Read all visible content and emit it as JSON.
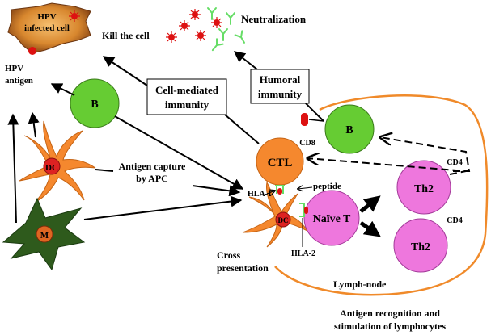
{
  "cells": {
    "hpv_infected_cell": [
      "HPV",
      "infected cell"
    ],
    "b_cell_left": "B",
    "dc_left": "DC",
    "macrophage": "M",
    "ctl": "CTL",
    "cd8": "CD8",
    "b_cell_right": "B",
    "naive_t": "Naïve T",
    "dc_small": "DC",
    "th2_top": "Th2",
    "cd4_top": "CD4",
    "th2_bottom": "Th2",
    "cd4_bottom": "CD4"
  },
  "labels": {
    "kill_the_cell": "Kill the cell",
    "neutralization": "Neutralization",
    "hpv_antigen": [
      "HPV",
      "antigen"
    ],
    "cell_mediated_immunity": [
      "Cell-mediated",
      "immunity"
    ],
    "humoral_immunity": [
      "Humoral",
      "immunity"
    ],
    "antigen_capture": [
      "Antigen capture",
      "by APC"
    ],
    "hla1": "HLA-1",
    "hla2": "HLA-2",
    "peptide": "peptide",
    "cross_presentation": [
      "Cross",
      "presentation"
    ],
    "lymph_node": "Lymph-node",
    "antigen_recognition": [
      "Antigen recognition and",
      "stimulation of lymphocytes"
    ]
  },
  "colors": {
    "orange": "#f5882e",
    "green_cell": "#66cc33",
    "pink": "#ee77dd",
    "dark_green": "#2e5a1c",
    "red": "#dd1111",
    "antibody_green": "#66dd66",
    "lymph_outline": "#f08a2a"
  }
}
